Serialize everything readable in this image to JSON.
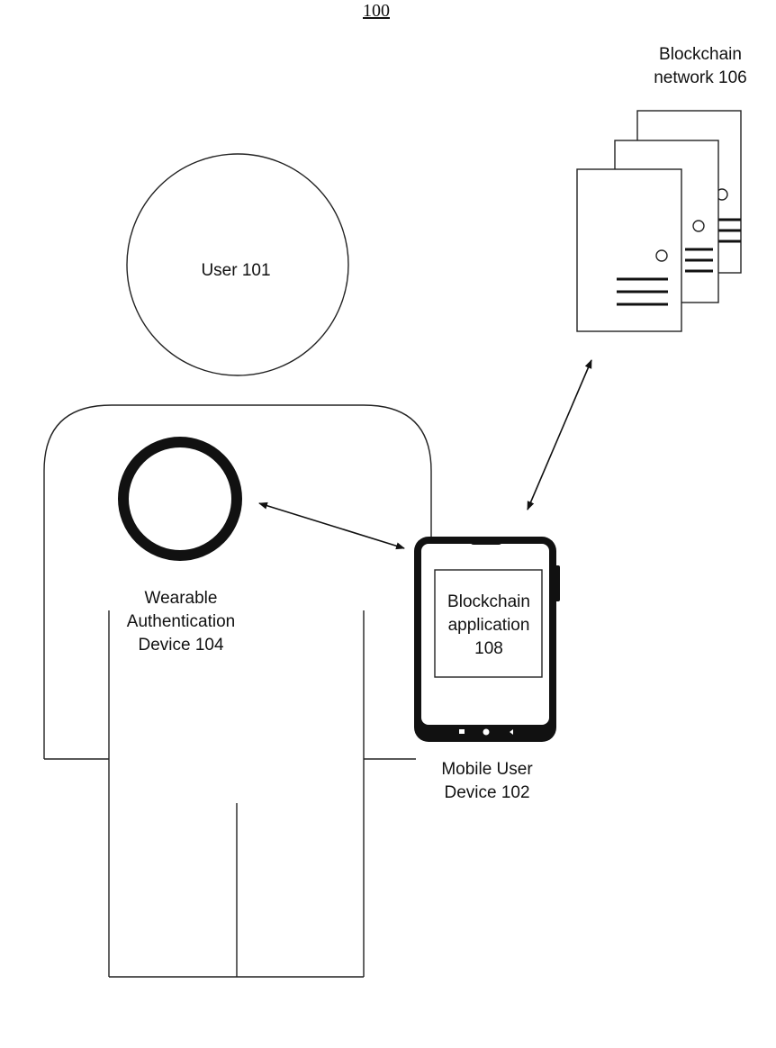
{
  "figure": {
    "number": "100"
  },
  "user": {
    "label": "User 101"
  },
  "wearable": {
    "label_lines": [
      "Wearable",
      "Authentication",
      "Device 104"
    ]
  },
  "blockchain_network": {
    "label_lines": [
      "Blockchain",
      "network 106"
    ]
  },
  "mobile_device": {
    "app_label_lines": [
      "Blockchain",
      "application",
      "108"
    ],
    "label_lines": [
      "Mobile User",
      "Device 102"
    ]
  }
}
